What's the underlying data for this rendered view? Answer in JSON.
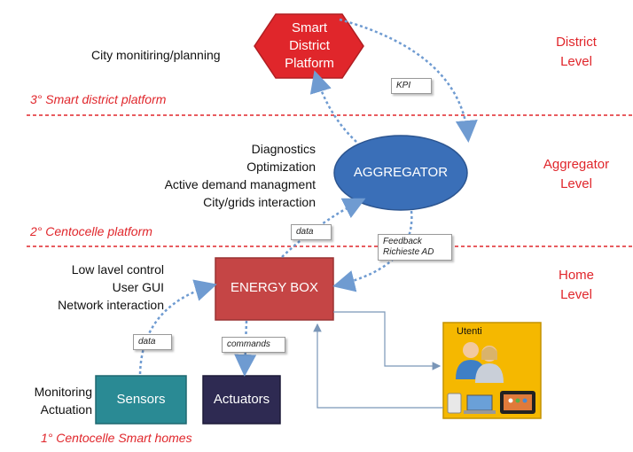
{
  "levels": {
    "district": "District\nLevel",
    "aggregator": "Aggregator\nLevel",
    "home": "Home\nLevel"
  },
  "platforms": {
    "district": "3° Smart district platform",
    "centocelle": "2° Centocelle platform",
    "homes": "1° Centocelle Smart homes"
  },
  "nodes": {
    "smart_district": "Smart\nDistrict\nPlatform",
    "aggregator": "AGGREGATOR",
    "energy_box": "ENERGY BOX",
    "sensors": "Sensors",
    "actuators": "Actuators",
    "utenti": "Utenti"
  },
  "descriptions": {
    "city": "City monitiring/planning",
    "aggregator": "Diagnostics\nOptimization\nActive demand managment\nCity/grids interaction",
    "energy_box": "Low lavel control\nUser GUI\nNetwork interaction",
    "sensors": "Monitoring\nActuation"
  },
  "notes": {
    "kpi": "KPI",
    "data_top": "data",
    "feedback": "Feedback\nRichieste AD",
    "data_bottom": "data",
    "commands": "commands"
  },
  "colors": {
    "level_text": "#e0262b",
    "hexagon": "#e0262b",
    "aggregator": "#3a6fb8",
    "energy_box": "#c54545",
    "sensors": "#2a8a94",
    "actuators": "#2e2a52",
    "utenti_bg": "#f5b800",
    "arrow": "#6f9bd1"
  }
}
